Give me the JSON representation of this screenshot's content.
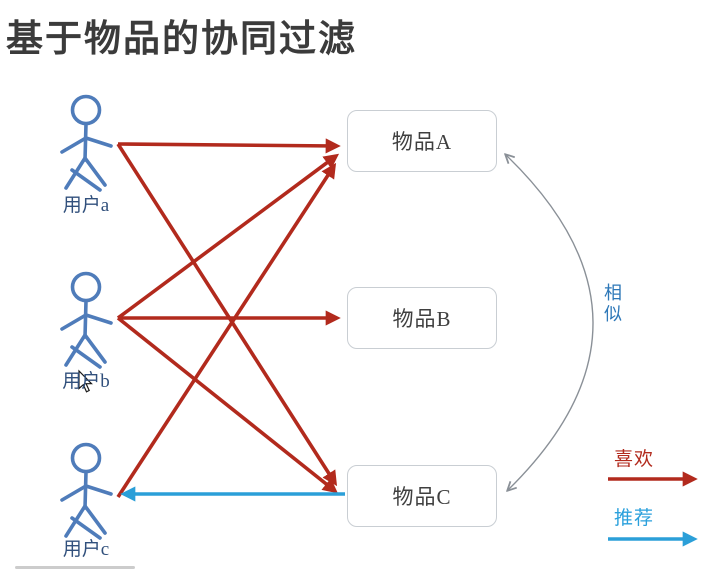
{
  "title": "基于物品的协同过滤",
  "users": [
    {
      "label": "用户a"
    },
    {
      "label": "用户b"
    },
    {
      "label": "用户c"
    }
  ],
  "items": [
    {
      "label": "物品A"
    },
    {
      "label": "物品B"
    },
    {
      "label": "物品C"
    }
  ],
  "similar_label": "相似",
  "legend": {
    "like_label": "喜欢",
    "recommend_label": "推荐"
  },
  "edges": {
    "like": [
      "用户a→物品A",
      "用户a→物品C",
      "用户b→物品A",
      "用户b→物品B",
      "用户b→物品C",
      "用户c→物品A"
    ],
    "recommend": [
      "物品C→用户c"
    ],
    "similar": [
      "物品A↔物品C"
    ]
  },
  "colors": {
    "like_arrow": "#b22a1d",
    "recommend_arrow": "#2b9fd8",
    "figure": "#4f7cba",
    "user_label": "#31507c",
    "item_text": "#3f3f3f",
    "box_border": "#c9ced3",
    "similar_text": "#2e78b8",
    "similar_curve": "#8a9097",
    "title_text": "#3b3b3b"
  }
}
